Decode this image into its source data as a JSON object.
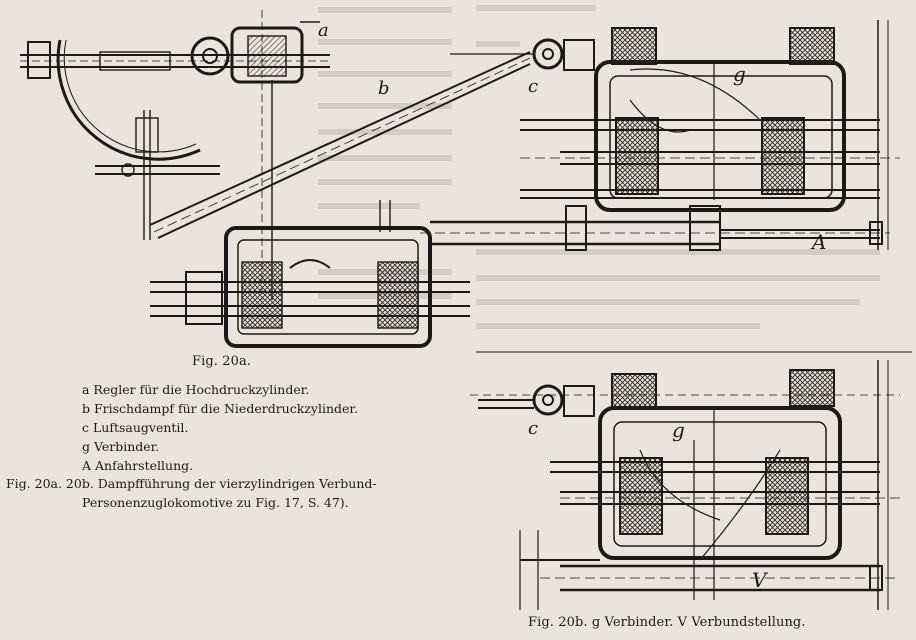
{
  "figure_a": {
    "caption": "Fig. 20a.",
    "part_labels": {
      "a": "a",
      "b": "b",
      "c": "c",
      "g": "g",
      "A": "A"
    }
  },
  "figure_b": {
    "caption": "Fig. 20b.   g Verbinder.    V Verbundstellung.",
    "part_labels": {
      "c": "c",
      "g": "g",
      "V": "V"
    }
  },
  "legend": [
    "a Regler für die Hochdruckzylinder.",
    "b Frischdampf für die Niederdruckzylinder.",
    "c Luftsaugventil.",
    "g Verbinder.",
    "A Anfahrstellung."
  ],
  "combined_caption": {
    "line1": "Fig. 20a. 20b.  Dampfführung der vierzylindrigen Verbund-",
    "line2": "Personenzuglokomotive zu Fig. 17, S. 47)."
  },
  "colors": {
    "paper": "#e9e5dc",
    "ink": "#1c1a17",
    "hatch": "#3a3631"
  }
}
